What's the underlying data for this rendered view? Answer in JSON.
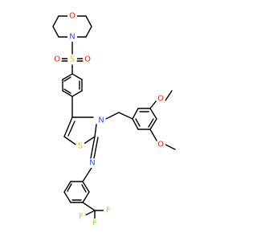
{
  "atoms": {
    "morpholine_O": {
      "label": "O",
      "color": "#ff0d0d"
    },
    "morpholine_N": {
      "label": "N",
      "color": "#3050f8"
    },
    "sulfonyl_S": {
      "label": "S",
      "color": "#c6c62c"
    },
    "sulfonyl_O_left": {
      "label": "O",
      "color": "#ff0d0d"
    },
    "sulfonyl_O_right": {
      "label": "O",
      "color": "#ff0d0d"
    },
    "ring_N": {
      "label": "N",
      "color": "#3050f8"
    },
    "ring_S": {
      "label": "S",
      "color": "#c6c62c"
    },
    "imine_N": {
      "label": "N",
      "color": "#3050f8"
    },
    "methoxy_O_1": {
      "label": "O",
      "color": "#ff0d0d"
    },
    "methoxy_O_2": {
      "label": "O",
      "color": "#ff0d0d"
    },
    "fluorine_1": {
      "label": "F",
      "color": "#90e050"
    },
    "fluorine_2": {
      "label": "F",
      "color": "#90e050"
    },
    "fluorine_3": {
      "label": "F",
      "color": "#90e050"
    }
  }
}
